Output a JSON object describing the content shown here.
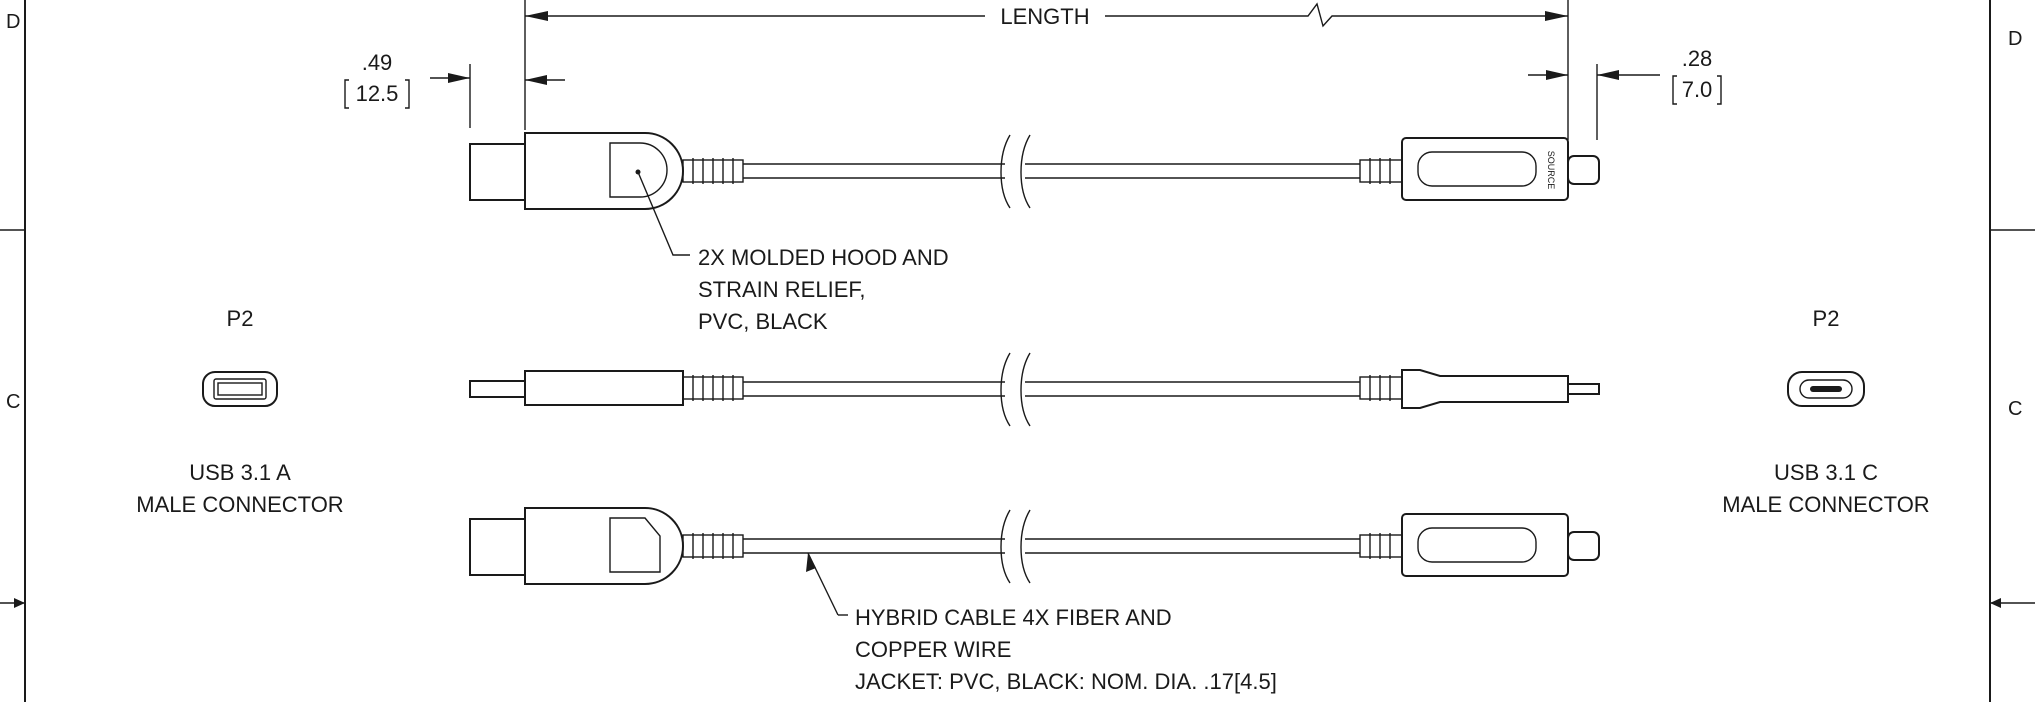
{
  "zones": {
    "left_top": "D",
    "left_mid": "C",
    "right_top": "D",
    "right_mid": "C"
  },
  "dimensions": {
    "length_label": "LENGTH",
    "left_in": ".49",
    "left_mm": "12.5",
    "right_in": ".28",
    "right_mm": "7.0"
  },
  "callouts": {
    "hood": [
      "2X MOLDED HOOD AND",
      "STRAIN RELIEF,",
      "PVC, BLACK"
    ],
    "cable": [
      "HYBRID CABLE 4X FIBER AND",
      "COPPER WIRE",
      "JACKET: PVC, BLACK: NOM. DIA. .17[4.5]"
    ]
  },
  "connectors": {
    "left": {
      "ref": "P2",
      "type_line1": "USB 3.1 A",
      "type_line2": "MALE CONNECTOR"
    },
    "right": {
      "ref": "P2",
      "type_line1": "USB 3.1 C",
      "type_line2": "MALE CONNECTOR"
    }
  },
  "stamp_text": "SOURCE"
}
